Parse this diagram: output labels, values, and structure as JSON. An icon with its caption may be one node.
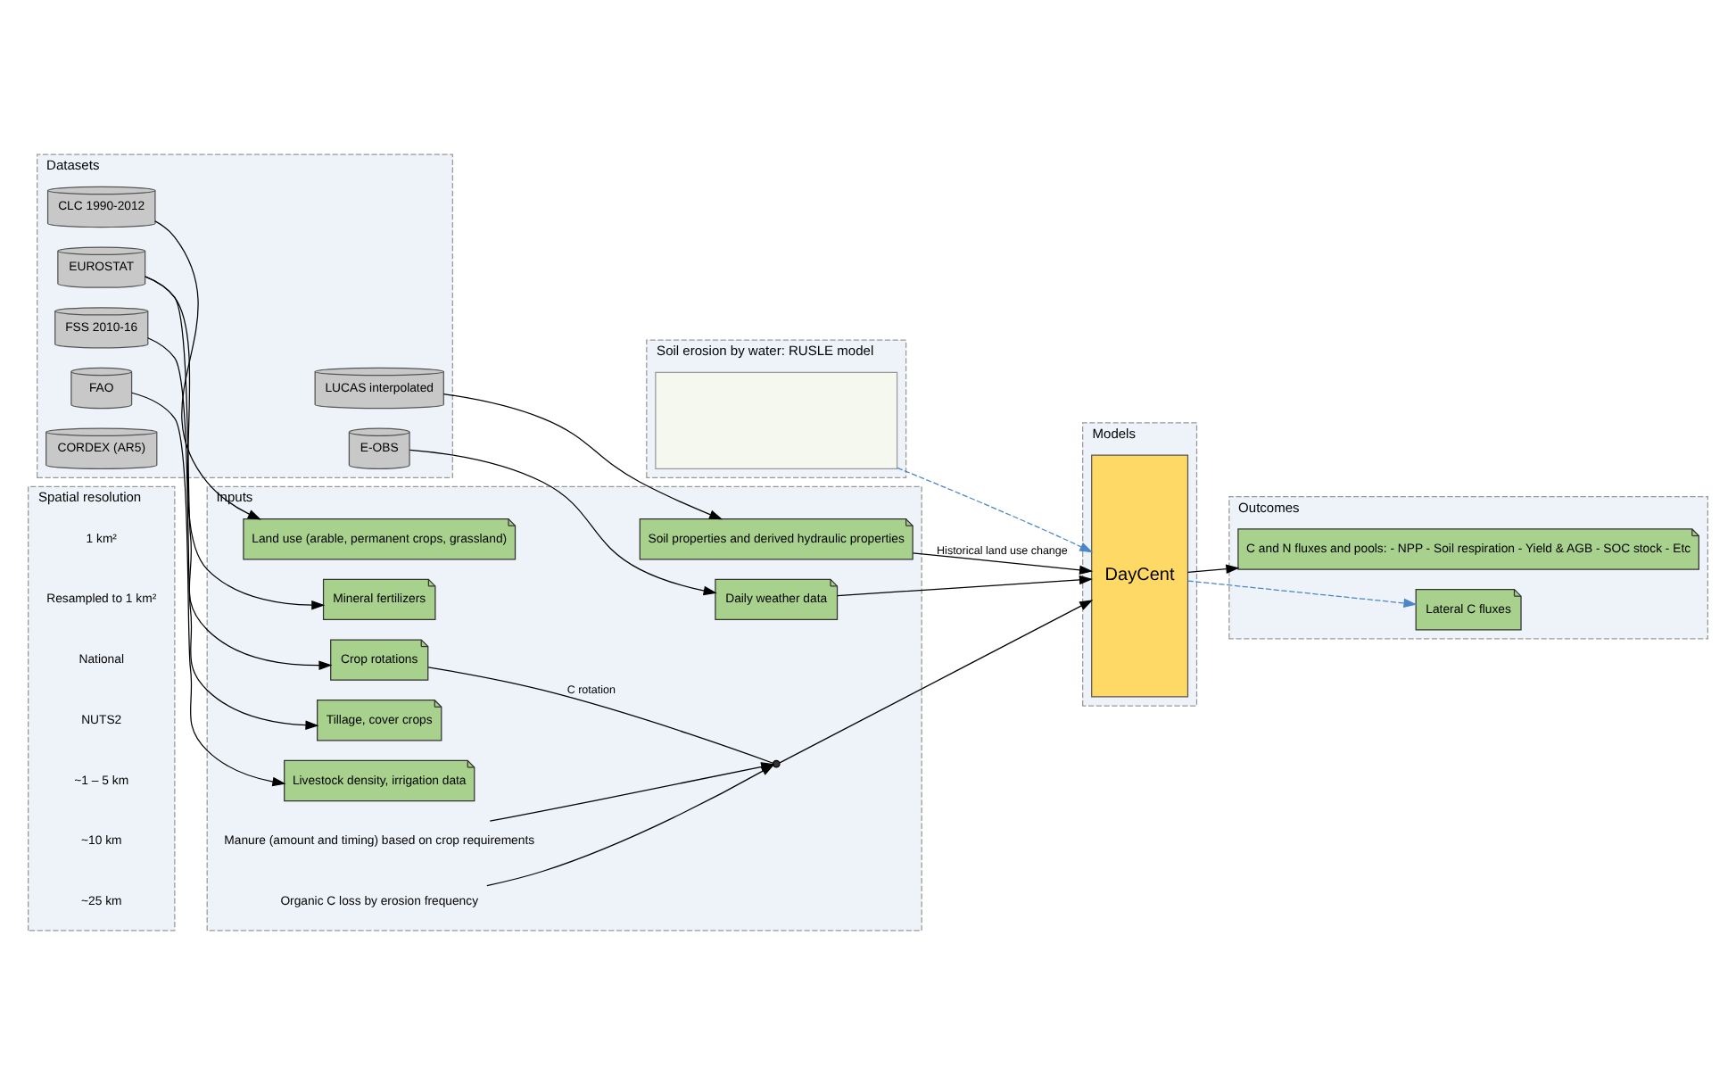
{
  "diagram": {
    "nodes": [
      {
        "text": [
          "Spatial resolution"
        ]
      },
      {
        "text": [
          "Datasets"
        ]
      },
      {
        "text": [
          "LUCAS interpolated"
        ],
        "in": 1
      },
      {
        "text": [
          "CLC 1990-2012"
        ],
        "in": 1
      },
      {
        "text": [
          "EUROSTAT"
        ],
        "in": 1
      },
      {
        "text": [
          "FSS 2010-16"
        ],
        "in": 1
      },
      {
        "text": [
          "FAO"
        ],
        "in": 1
      },
      {
        "text": [
          "E-OBS"
        ],
        "in": 1
      },
      {
        "text": [
          "CORDEX (AR5)"
        ],
        "in": 1
      },
      {
        "text": [
          "Inputs"
        ]
      },
      {
        "text": [
          "Soil properties and derived hydraulic properties"
        ],
        "in": 9
      },
      {
        "text": [
          "Land use (arable, permanent crops, grassland)"
        ],
        "in": 9
      },
      {
        "text": [
          "Mineral fertilizers"
        ],
        "in": 9
      },
      {
        "text": [
          "Crop rotations"
        ],
        "in": 9
      },
      {
        "text": [
          "Tillage, cover crops"
        ],
        "in": 9
      },
      {
        "text": [
          "Livestock density, irrigation data"
        ],
        "in": 9
      },
      {
        "text": [
          "Daily weather data"
        ],
        "in": 9
      },
      {
        "text": [
          "Manure (amount and timing) based on crop requirements"
        ],
        "in": 9
      },
      {
        "text": [
          "Organic C loss by erosion frequency"
        ],
        "in": 9
      },
      {
        "text": [
          "Models"
        ]
      },
      {
        "text": [
          "DayCent"
        ],
        "in": 19
      },
      {
        "text": [
          "Outcomes"
        ]
      },
      {
        "text": [
          "C and N fluxes and pools: - NPP - Soil respiration - Yield & AGB - SOC stock - Etc"
        ],
        "in": 21
      },
      {
        "text": [
          "Lateral C fluxes"
        ],
        "in": 21
      },
      {
        "text": [
          "Soil erosion by water: RUSLE model"
        ]
      },
      {
        "text": [],
        "shape": "box",
        "in": 24
      },
      {
        "text": [],
        "shape": "circle",
        "in": 9
      }
    ],
    "edges": [
      {
        "from": 2,
        "to": 10,
        "arrow": "to"
      },
      {
        "from": 3,
        "to": 11,
        "arrow": "to"
      },
      {
        "from": 4,
        "to": 12,
        "arrow": "to"
      },
      {
        "from": 4,
        "to": 13,
        "arrow": "to"
      },
      {
        "from": 5,
        "to": 14,
        "arrow": "to"
      },
      {
        "from": 6,
        "to": 15,
        "arrow": "to"
      },
      {
        "from": 7,
        "to": 16,
        "arrow": "to"
      },
      {
        "from": 10,
        "to": 20,
        "arrow": "to",
        "label": "Historical land use change"
      },
      {
        "from": 13,
        "to": 26,
        "arrow": "none",
        "label": "C rotation"
      },
      {
        "from": 26,
        "to": 20,
        "arrow": "to"
      },
      {
        "from": 16,
        "to": 20,
        "arrow": "to"
      },
      {
        "from": 17,
        "to": 26,
        "arrow": "to"
      },
      {
        "from": 18,
        "to": 26,
        "arrow": "to"
      },
      {
        "from": 20,
        "to": 22,
        "arrow": "to"
      },
      {
        "from": 20,
        "to": 23,
        "arrow": "to",
        "style": "dashed",
        "color": "#4a86c8"
      },
      {
        "from": 25,
        "to": 20,
        "arrow": "to",
        "style": "dashed",
        "color": "#4a86c8"
      }
    ],
    "labels": [
      "1 km²",
      "Resampled to 1 km²",
      "National",
      "NUTS2",
      "~1 – 5 km",
      "~10 km",
      "~25 km"
    ]
  }
}
